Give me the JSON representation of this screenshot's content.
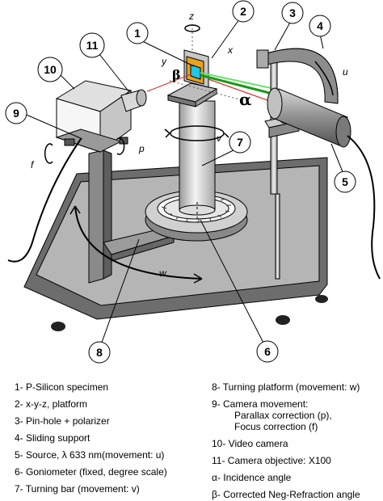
{
  "callouts": [
    "1",
    "2",
    "3",
    "4",
    "5",
    "6",
    "7",
    "8",
    "9",
    "10",
    "11"
  ],
  "axis_labels": {
    "z": "z",
    "y": "y",
    "x": "x",
    "u": "u",
    "v": "v",
    "p": "p",
    "f": "f",
    "w": "w"
  },
  "angle_labels": {
    "alpha": "α",
    "beta": "β"
  },
  "legend": {
    "left": [
      "1-  P-Silicon specimen",
      "2-  x-y-z, platform",
      "3-  Pin-hole + polarizer",
      "4-  Sliding support",
      "5-  Source, λ 633 nm(movement: u)",
      "6-  Goniometer (fixed, degree scale)",
      "7-  Turning bar (movement: v)"
    ],
    "right": [
      "8-  Turning platform (movement: w)",
      "9-  Camera movement:",
      "Parallax correction (p),",
      "Focus correction (f)",
      "10-  Video camera",
      "11-  Camera objective: X100",
      "α-  Incidence angle",
      "β-  Corrected Neg-Refraction angle"
    ]
  }
}
